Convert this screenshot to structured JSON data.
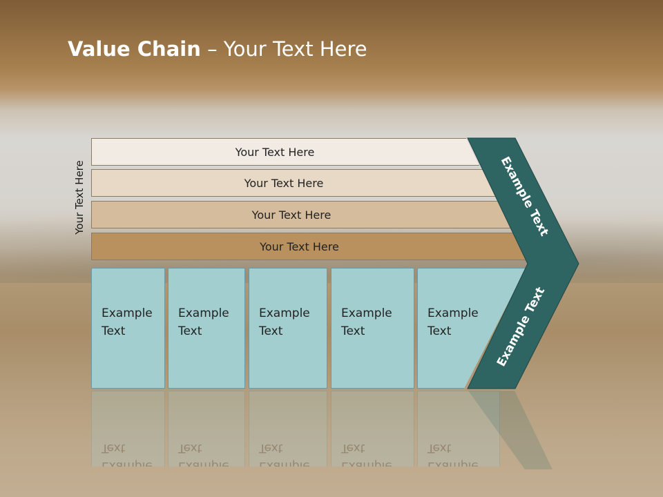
{
  "title": {
    "bold": "Value Chain",
    "rest": " – Your Text Here"
  },
  "side_label": "Your Text Here",
  "bands": [
    {
      "label": "Your Text Here"
    },
    {
      "label": "Your Text Here"
    },
    {
      "label": "Your Text Here"
    },
    {
      "label": "Your Text Here"
    }
  ],
  "cells": [
    {
      "line1": "Example",
      "line2": "Text"
    },
    {
      "line1": "Example",
      "line2": "Text"
    },
    {
      "line1": "Example",
      "line2": "Text"
    },
    {
      "line1": "Example",
      "line2": "Text"
    },
    {
      "line1": "Example",
      "line2": "Text"
    }
  ],
  "chevron": {
    "top_label": "Example Text",
    "bottom_label": "Example Text",
    "color": "#2e6462"
  },
  "colors": {
    "band1": "#f1ebe3",
    "band2": "#e7d9c6",
    "band3": "#d5bc9c",
    "band4": "#b8915f",
    "cells": "#a3ced0"
  }
}
